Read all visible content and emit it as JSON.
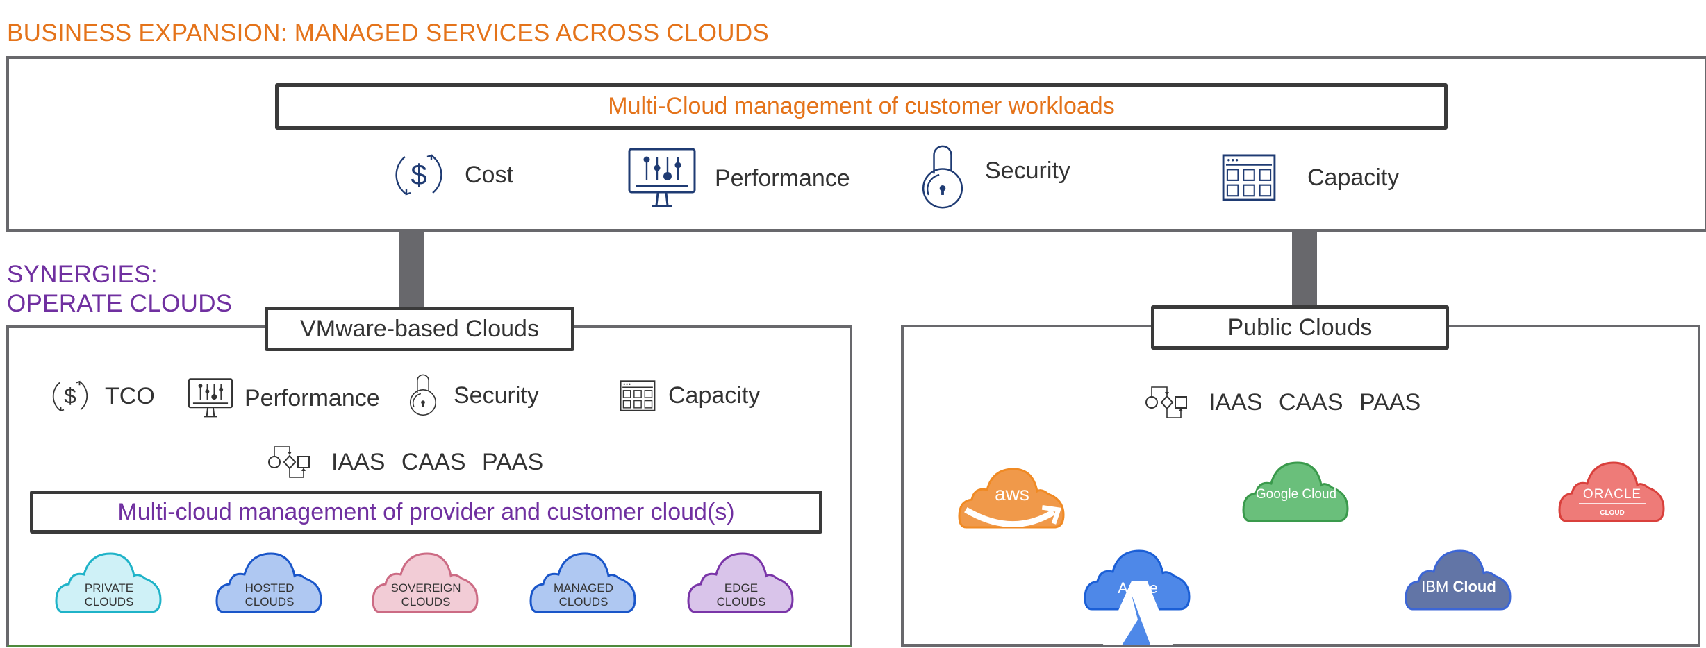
{
  "colors": {
    "orange": "#E4731A",
    "purple": "#7030A0",
    "frame": "#68686C",
    "icon_navy": "#1F3B73"
  },
  "header": {
    "title": "BUSINESS EXPANSION: MANAGED SERVICES ACROSS CLOUDS"
  },
  "top_box": {
    "banner": "Multi-Cloud management of customer workloads",
    "items": [
      {
        "icon": "dollar-cycle-icon",
        "label": "Cost"
      },
      {
        "icon": "monitor-sliders-icon",
        "label": "Performance"
      },
      {
        "icon": "padlock-icon",
        "label": "Security"
      },
      {
        "icon": "window-grid-icon",
        "label": "Capacity"
      }
    ]
  },
  "synergies": {
    "line1": "SYNERGIES:",
    "line2": "OPERATE CLOUDS"
  },
  "vmware_box": {
    "label": "VMware-based Clouds",
    "items": [
      {
        "icon": "dollar-cycle-icon",
        "label": "TCO"
      },
      {
        "icon": "monitor-sliders-icon",
        "label": "Performance"
      },
      {
        "icon": "padlock-icon",
        "label": "Security"
      },
      {
        "icon": "window-grid-icon",
        "label": "Capacity"
      }
    ],
    "services": {
      "icon": "workflow-icon",
      "label": "IAAS  CAAS  PAAS"
    },
    "banner": "Multi-cloud management of provider and customer cloud(s)",
    "clouds": [
      {
        "line1": "PRIVATE",
        "line2": "CLOUDS",
        "fill": "#CFF1F7",
        "stroke": "#1FB3C8"
      },
      {
        "line1": "HOSTED",
        "line2": "CLOUDS",
        "fill": "#AFC8F2",
        "stroke": "#1A56C9"
      },
      {
        "line1": "SOVEREIGN",
        "line2": "CLOUDS",
        "fill": "#F2CCD6",
        "stroke": "#CC6B84"
      },
      {
        "line1": "MANAGED",
        "line2": "CLOUDS",
        "fill": "#AFC8F2",
        "stroke": "#1A56C9"
      },
      {
        "line1": "EDGE",
        "line2": "CLOUDS",
        "fill": "#D9C4EA",
        "stroke": "#7A35A8"
      }
    ]
  },
  "public_box": {
    "label": "Public Clouds",
    "services": {
      "icon": "workflow-icon",
      "label": "IAAS  CAAS  PAAS"
    },
    "providers": [
      {
        "name": "aws",
        "fill": "#F0994A",
        "stroke": "#F08A24"
      },
      {
        "name": "Google Cloud",
        "fill": "#6ABF7B",
        "stroke": "#3A9A4C"
      },
      {
        "name": "ORACLE",
        "sub": "CLOUD",
        "fill": "#EE7B78",
        "stroke": "#D9403C"
      },
      {
        "name": "Azure",
        "fill": "#4E88E8",
        "stroke": "#1B5FD6"
      },
      {
        "name": "IBM",
        "bold": "Cloud",
        "fill": "#6275A6",
        "stroke": "#3C66D6"
      }
    ]
  }
}
